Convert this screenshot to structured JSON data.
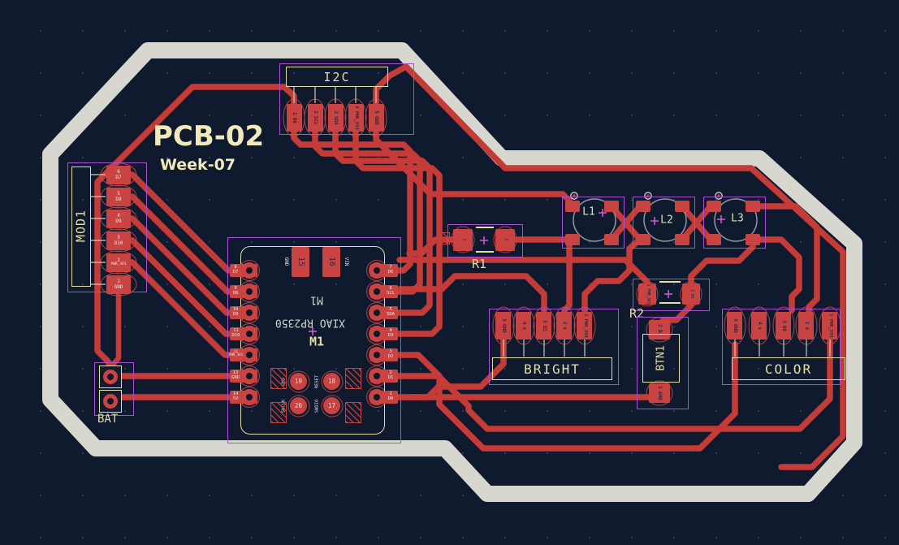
{
  "colors": {
    "background": "#101a2e",
    "board_outline": "#d7d7cf",
    "copper": "#c43b38",
    "pad": "#c84341",
    "silkscreen": "#e3dfa6",
    "courtyard": "#a84fd4",
    "title_text": "#efe9bc"
  },
  "title_block": {
    "title": "PCB-02",
    "subtitle": "Week-07"
  },
  "components": {
    "i2c": {
      "ref": "I2C",
      "pins": [
        {
          "n": "1",
          "name": "D6"
        },
        {
          "n": "2",
          "name": "SCL"
        },
        {
          "n": "3",
          "name": "SDA"
        },
        {
          "n": "4",
          "name": "PWR_3V3"
        },
        {
          "n": "5",
          "name": "GND"
        }
      ]
    },
    "mod1": {
      "ref": "MOD1",
      "pins": [
        {
          "n": "6",
          "name": "D7"
        },
        {
          "n": "5",
          "name": "D8"
        },
        {
          "n": "4",
          "name": "D9"
        },
        {
          "n": "3",
          "name": "D10"
        },
        {
          "n": "2",
          "name": "PWR_3V3"
        },
        {
          "n": "1",
          "name": "GND"
        }
      ]
    },
    "m1": {
      "ref": "M1",
      "silk_text": "XIAO RP2350",
      "left_pins": [
        {
          "n": "8",
          "name": "D7"
        },
        {
          "n": "9",
          "name": "D8"
        },
        {
          "n": "10",
          "name": "D9"
        },
        {
          "n": "11",
          "name": "D10"
        },
        {
          "n": "12",
          "name": "PWR_3V3"
        },
        {
          "n": "13",
          "name": "GND"
        },
        {
          "n": "14",
          "name": "5V"
        }
      ],
      "right_pins": [
        {
          "n": "7",
          "name": "D6"
        },
        {
          "n": "6",
          "name": "SCL"
        },
        {
          "n": "5",
          "name": "SDA"
        },
        {
          "n": "4",
          "name": "D3"
        },
        {
          "n": "3",
          "name": "D2"
        },
        {
          "n": "2",
          "name": "D1"
        },
        {
          "n": "1",
          "name": "D0"
        }
      ],
      "top_pads": [
        {
          "n": "15",
          "name": "GND"
        },
        {
          "n": "16",
          "name": "VIN"
        }
      ],
      "prog_pads": [
        {
          "n": "19",
          "name": "GND"
        },
        {
          "n": "18",
          "name": "RESET"
        },
        {
          "n": "20",
          "name": "SWCLK"
        },
        {
          "n": "17",
          "name": "SWDIO"
        }
      ]
    },
    "r1": {
      "ref": "R1",
      "pins": [
        {
          "n": "1"
        },
        {
          "n": "2"
        }
      ]
    },
    "r2": {
      "ref": "R2",
      "pins": [
        {
          "n": "1",
          "name": "PWR_3V3"
        },
        {
          "n": "2",
          "name": "D2"
        }
      ]
    },
    "btn1": {
      "ref": "BTN1",
      "pads": [
        {
          "n": "2",
          "name": "D2"
        },
        {
          "n": "1",
          "name": "GND"
        }
      ]
    },
    "bright": {
      "ref": "BRIGHT",
      "pins": [
        {
          "n": "5",
          "name": "GND"
        },
        {
          "n": "4",
          "name": "x"
        },
        {
          "n": "3",
          "name": "D1"
        },
        {
          "n": "2",
          "name": "x"
        },
        {
          "n": "1",
          "name": "PWR_3V3"
        }
      ]
    },
    "color": {
      "ref": "COLOR",
      "pins": [
        {
          "n": "5",
          "name": "GND"
        },
        {
          "n": "4",
          "name": "x"
        },
        {
          "n": "3",
          "name": "D0"
        },
        {
          "n": "2",
          "name": "x"
        },
        {
          "n": "1",
          "name": "PWR_3V3"
        }
      ]
    },
    "bat": {
      "ref": "BAT"
    },
    "leds": [
      {
        "ref": "L1"
      },
      {
        "ref": "L2"
      },
      {
        "ref": "L3"
      }
    ]
  }
}
